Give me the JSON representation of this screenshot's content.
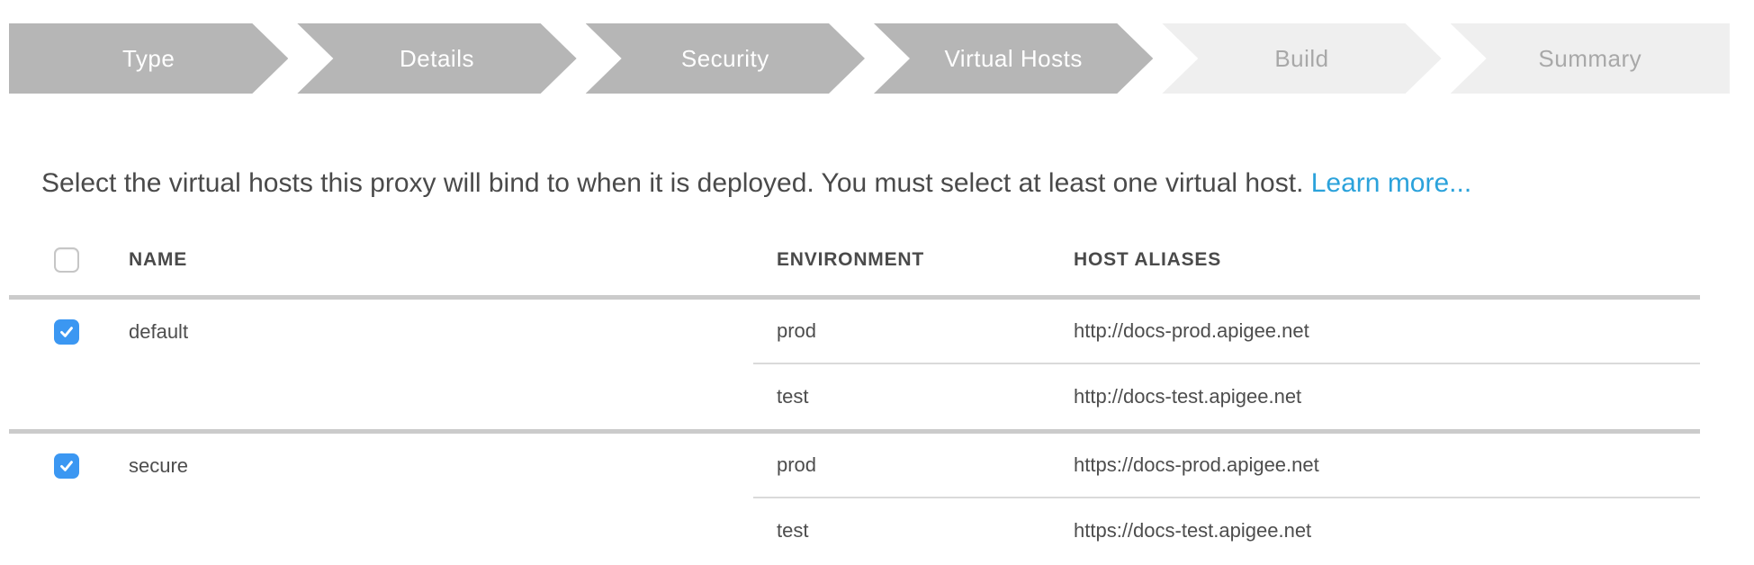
{
  "wizard": {
    "steps": [
      {
        "label": "Type",
        "state": "complete"
      },
      {
        "label": "Details",
        "state": "complete"
      },
      {
        "label": "Security",
        "state": "complete"
      },
      {
        "label": "Virtual Hosts",
        "state": "active"
      },
      {
        "label": "Build",
        "state": "upcoming"
      },
      {
        "label": "Summary",
        "state": "upcoming"
      }
    ]
  },
  "description": {
    "text": "Select the virtual hosts this proxy will bind to when it is deployed. You must select at least one virtual host. ",
    "link_label": "Learn more..."
  },
  "table": {
    "select_all_checked": false,
    "columns": {
      "name": "NAME",
      "environment": "ENVIRONMENT",
      "host_aliases": "HOST ALIASES"
    },
    "rows": [
      {
        "name": "default",
        "checked": true,
        "bindings": [
          {
            "environment": "prod",
            "host_alias": "http://docs-prod.apigee.net"
          },
          {
            "environment": "test",
            "host_alias": "http://docs-test.apigee.net"
          }
        ]
      },
      {
        "name": "secure",
        "checked": true,
        "bindings": [
          {
            "environment": "prod",
            "host_alias": "https://docs-prod.apigee.net"
          },
          {
            "environment": "test",
            "host_alias": "https://docs-test.apigee.net"
          }
        ]
      }
    ]
  },
  "colors": {
    "step_active_bg": "#b6b6b6",
    "step_upcoming_bg": "#efefef",
    "step_active_text": "#ffffff",
    "step_upcoming_text": "#a8a8a8",
    "link_blue": "#2ba2db",
    "checkbox_blue": "#3b97f2",
    "body_text": "#4a4a4a",
    "divider_thick": "#cbcbcb",
    "divider_thin": "#dadada"
  }
}
